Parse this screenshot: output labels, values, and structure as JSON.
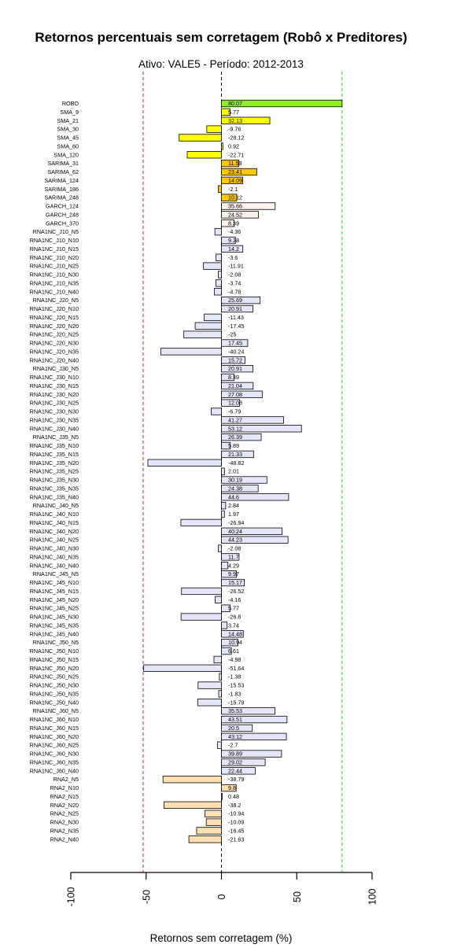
{
  "chart_data": {
    "type": "bar",
    "orientation": "horizontal",
    "title": "Retornos percentuais sem corretagem (Robô x Preditores)",
    "subtitle": "Ativo:  VALE5  - Período: 2012-2013",
    "xlabel": "Retornos sem corretagem (%)",
    "ylabel": "",
    "xlim": [
      -100,
      100
    ],
    "x_ticks": [
      "-100",
      "-50",
      "0",
      "50",
      "100"
    ],
    "reference_lines": [
      {
        "value": -52,
        "color": "#dd2222",
        "style": "dashed"
      },
      {
        "value": 0,
        "color": "#000000",
        "style": "dashed"
      },
      {
        "value": 80.07,
        "color": "#33cc33",
        "style": "dashed"
      }
    ],
    "group_colors": {
      "robo": "#8ef020",
      "sma": "#ffff00",
      "sarima": "#ffc800",
      "garch": "#fff2ee",
      "rna1nc": "#e6e6fa",
      "rna2": "#ffe0b2"
    },
    "categories": [
      "ROBO",
      "SMA_9",
      "SMA_21",
      "SMA_30",
      "SMA_45",
      "SMA_60",
      "SMA_120",
      "SARIMA_31",
      "SARIMA_62",
      "SARIMA_124",
      "SARIMA_186",
      "SARIMA_248",
      "GARCH_124",
      "GARCH_248",
      "GARCH_370",
      "RNA1NC_J10_N5",
      "RNA1NC_J10_N10",
      "RNA1NC_J10_N15",
      "RNA1NC_J10_N20",
      "RNA1NC_J10_N25",
      "RNA1NC_J10_N30",
      "RNA1NC_J10_N35",
      "RNA1NC_J10_N40",
      "RNA1NC_J20_N5",
      "RNA1NC_J20_N10",
      "RNA1NC_J20_N15",
      "RNA1NC_J20_N20",
      "RNA1NC_J20_N25",
      "RNA1NC_J20_N30",
      "RNA1NC_J20_N35",
      "RNA1NC_J20_N40",
      "RNA1NC_J30_N5",
      "RNA1NC_J30_N10",
      "RNA1NC_J30_N15",
      "RNA1NC_J30_N20",
      "RNA1NC_J30_N25",
      "RNA1NC_J30_N30",
      "RNA1NC_J30_N35",
      "RNA1NC_J30_N40",
      "RNA1NC_J35_N5",
      "RNA1NC_J35_N10",
      "RNA1NC_J35_N15",
      "RNA1NC_J35_N20",
      "RNA1NC_J35_N25",
      "RNA1NC_J35_N30",
      "RNA1NC_J35_N35",
      "RNA1NC_J35_N40",
      "RNA1NC_J40_N5",
      "RNA1NC_J40_N10",
      "RNA1NC_J40_N15",
      "RNA1NC_J40_N20",
      "RNA1NC_J40_N25",
      "RNA1NC_J40_N30",
      "RNA1NC_J40_N35",
      "RNA1NC_J40_N40",
      "RNA1NC_J45_N5",
      "RNA1NC_J45_N10",
      "RNA1NC_J45_N15",
      "RNA1NC_J45_N20",
      "RNA1NC_J45_N25",
      "RNA1NC_J45_N30",
      "RNA1NC_J45_N35",
      "RNA1NC_J45_N40",
      "RNA1NC_J50_N5",
      "RNA1NC_J50_N10",
      "RNA1NC_J50_N15",
      "RNA1NC_J50_N20",
      "RNA1NC_J50_N25",
      "RNA1NC_J50_N30",
      "RNA1NC_J50_N35",
      "RNA1NC_J50_N40",
      "RNA1NC_J60_N5",
      "RNA1NC_J60_N10",
      "RNA1NC_J60_N15",
      "RNA1NC_J60_N20",
      "RNA1NC_J60_N25",
      "RNA1NC_J60_N30",
      "RNA1NC_J60_N35",
      "RNA1NC_J60_N40",
      "RNA2_N5",
      "RNA2_N10",
      "RNA2_N15",
      "RNA2_N20",
      "RNA2_N25",
      "RNA2_N30",
      "RNA2_N35",
      "RNA2_N40"
    ],
    "values": [
      80.07,
      5.77,
      32.13,
      -9.76,
      -28.12,
      0.92,
      -22.71,
      11.59,
      23.41,
      14.09,
      -2.1,
      10.12,
      35.66,
      24.52,
      8.39,
      -4.36,
      9.28,
      14.2,
      -3.6,
      -11.91,
      -2.08,
      -3.74,
      -4.78,
      25.69,
      20.91,
      -11.43,
      -17.45,
      -25,
      17.45,
      -40.24,
      15.72,
      20.91,
      8.39,
      21.04,
      27.08,
      12.08,
      -6.79,
      41.27,
      53.12,
      26.39,
      5.89,
      21.33,
      -48.82,
      2.01,
      30.19,
      24.38,
      44.6,
      2.84,
      1.97,
      -26.94,
      40.24,
      44.23,
      -2.08,
      11.7,
      4.29,
      9.97,
      15.17,
      -26.52,
      -4.16,
      5.77,
      -26.8,
      3.74,
      14.48,
      10.94,
      6.61,
      -4.98,
      -51.64,
      -1.38,
      -15.53,
      -1.83,
      -15.79,
      35.53,
      43.51,
      20.5,
      43.12,
      -2.7,
      39.89,
      29.02,
      22.44,
      -38.79,
      9.8,
      0.48,
      -38.2,
      -10.94,
      -10.09,
      -16.45,
      -21.63
    ],
    "value_labels": [
      "80.07",
      "5.77",
      "32.13",
      "-9.76",
      "-28.12",
      "0.92",
      "-22.71",
      "11.59",
      "23.41",
      "14.09",
      "-2.1",
      "10.12",
      "35.66",
      "24.52",
      "8.39",
      "-4.36",
      "9.28",
      "14.2",
      "-3.6",
      "-11.91",
      "-2.08",
      "-3.74",
      "-4.78",
      "25.69",
      "20.91",
      "-11.43",
      "-17.45",
      "-25",
      "17.45",
      "-40.24",
      "15.72",
      "20.91",
      "8.39",
      "21.04",
      "27.08",
      "12.08",
      "-6.79",
      "41.27",
      "53.12",
      "26.39",
      "5.89",
      "21.33",
      "-48.82",
      "2.01",
      "30.19",
      "24.38",
      "44.6",
      "2.84",
      "1.97",
      "-26.94",
      "40.24",
      "44.23",
      "-2.08",
      "11.7",
      "4.29",
      "9.97",
      "15.17",
      "-26.52",
      "-4.16",
      "5.77",
      "-26.8",
      "3.74",
      "14.48",
      "10.94",
      "6.61",
      "-4.98",
      "-51.64",
      "-1.38",
      "-15.53",
      "-1.83",
      "-15.79",
      "35.53",
      "43.51",
      "20.5",
      "43.12",
      "-2.7",
      "39.89",
      "29.02",
      "22.44",
      "-38.79",
      "9.8",
      "0.48",
      "-38.2",
      "-10.94",
      "-10.09",
      "-16.45",
      "-21.63"
    ],
    "groups": [
      "robo",
      "sma",
      "sma",
      "sma",
      "sma",
      "sma",
      "sma",
      "sarima",
      "sarima",
      "sarima",
      "sarima",
      "sarima",
      "garch",
      "garch",
      "garch",
      "rna1nc",
      "rna1nc",
      "rna1nc",
      "rna1nc",
      "rna1nc",
      "rna1nc",
      "rna1nc",
      "rna1nc",
      "rna1nc",
      "rna1nc",
      "rna1nc",
      "rna1nc",
      "rna1nc",
      "rna1nc",
      "rna1nc",
      "rna1nc",
      "rna1nc",
      "rna1nc",
      "rna1nc",
      "rna1nc",
      "rna1nc",
      "rna1nc",
      "rna1nc",
      "rna1nc",
      "rna1nc",
      "rna1nc",
      "rna1nc",
      "rna1nc",
      "rna1nc",
      "rna1nc",
      "rna1nc",
      "rna1nc",
      "rna1nc",
      "rna1nc",
      "rna1nc",
      "rna1nc",
      "rna1nc",
      "rna1nc",
      "rna1nc",
      "rna1nc",
      "rna1nc",
      "rna1nc",
      "rna1nc",
      "rna1nc",
      "rna1nc",
      "rna1nc",
      "rna1nc",
      "rna1nc",
      "rna1nc",
      "rna1nc",
      "rna1nc",
      "rna1nc",
      "rna1nc",
      "rna1nc",
      "rna1nc",
      "rna1nc",
      "rna1nc",
      "rna1nc",
      "rna1nc",
      "rna1nc",
      "rna1nc",
      "rna1nc",
      "rna1nc",
      "rna1nc",
      "rna2",
      "rna2",
      "rna2",
      "rna2",
      "rna2",
      "rna2",
      "rna2",
      "rna2"
    ]
  }
}
